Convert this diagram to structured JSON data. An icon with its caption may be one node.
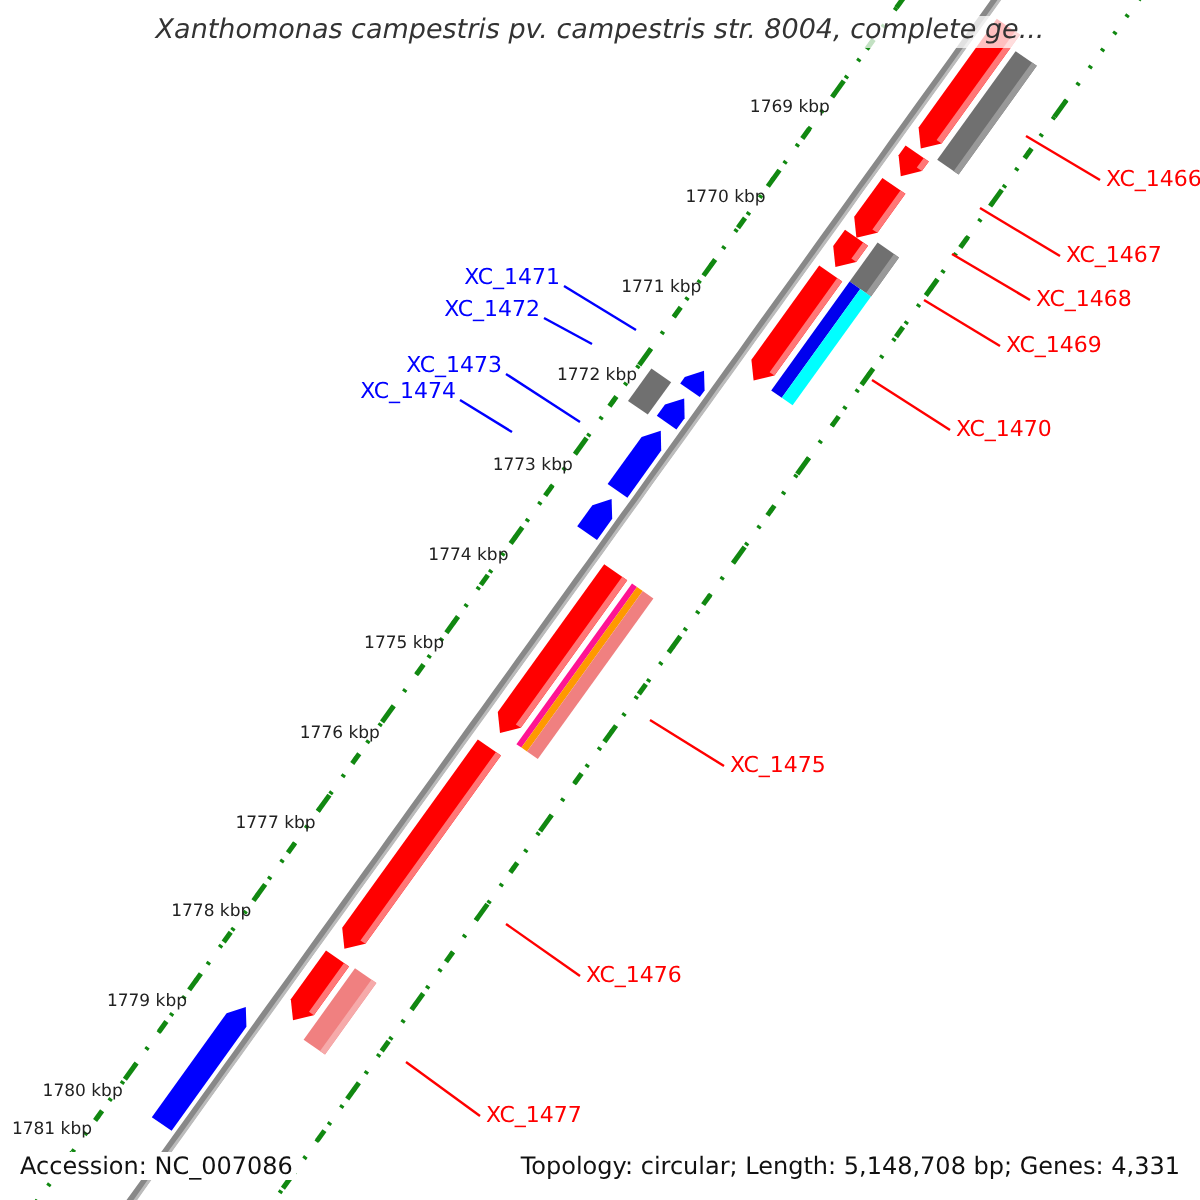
{
  "diagram": {
    "title": "Xanthomonas campestris pv. campestris str. 8004, complete ge...",
    "nodes": [
      {
        "text": [
          "XC_1466"
        ]
      },
      {
        "text": [
          "XC_1467"
        ]
      },
      {
        "text": [
          "XC_1468"
        ]
      },
      {
        "text": [
          "XC_1469"
        ]
      },
      {
        "text": [
          "XC_1470"
        ]
      },
      {
        "text": [
          "XC_1471"
        ]
      },
      {
        "text": [
          "XC_1472"
        ]
      },
      {
        "text": [
          "XC_1473"
        ]
      },
      {
        "text": [
          "XC_1474"
        ]
      },
      {
        "text": [
          "XC_1475"
        ]
      },
      {
        "text": [
          "XC_1476"
        ]
      },
      {
        "text": [
          "XC_1477"
        ]
      }
    ],
    "edges": [
      {
        "from": 0,
        "to": null,
        "arrow": "none"
      },
      {
        "from": 1,
        "to": null,
        "arrow": "none"
      },
      {
        "from": 2,
        "to": null,
        "arrow": "none"
      },
      {
        "from": 3,
        "to": null,
        "arrow": "none"
      },
      {
        "from": 4,
        "to": null,
        "arrow": "none"
      },
      {
        "from": 5,
        "to": null,
        "arrow": "none",
        "color": "#0000ff"
      },
      {
        "from": 6,
        "to": null,
        "arrow": "none",
        "color": "#0000ff"
      },
      {
        "from": 7,
        "to": null,
        "arrow": "none",
        "color": "#0000ff"
      },
      {
        "from": 8,
        "to": null,
        "arrow": "none",
        "color": "#0000ff"
      },
      {
        "from": 9,
        "to": null,
        "arrow": "none"
      },
      {
        "from": 10,
        "to": null,
        "arrow": "none"
      },
      {
        "from": 11,
        "to": null,
        "arrow": "none"
      }
    ],
    "labels": [
      "1769 kbp",
      "1770 kbp",
      "1771 kbp",
      "1772 kbp",
      "1773 kbp",
      "1774 kbp",
      "1775 kbp",
      "1776 kbp",
      "1777 kbp",
      "1778 kbp",
      "1779 kbp",
      "1780 kbp",
      "1781 kbp",
      "Accession: NC_007086",
      "Topology: circular; Length: 5,148,708 bp; Genes: 4,331"
    ]
  }
}
